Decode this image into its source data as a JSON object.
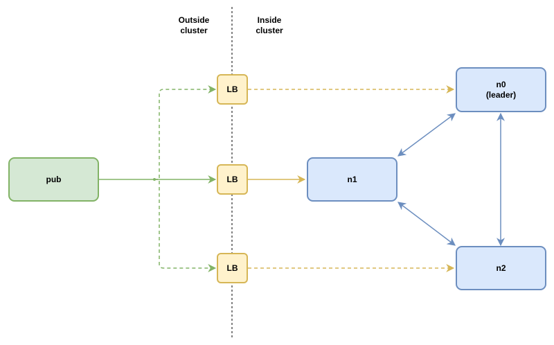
{
  "regions": {
    "outside": "Outside\ncluster",
    "inside": "Inside\ncluster"
  },
  "nodes": {
    "pub": "pub",
    "lb_top": "LB",
    "lb_mid": "LB",
    "lb_bot": "LB",
    "n0_name": "n0",
    "n0_role": "(leader)",
    "n1": "n1",
    "n2": "n2"
  },
  "colors": {
    "client_fill": "#d5e8d4",
    "client_stroke": "#82b366",
    "lb_fill": "#fff2cc",
    "lb_stroke": "#d6b656",
    "server_fill": "#dae8fc",
    "server_stroke": "#6c8ebf"
  }
}
